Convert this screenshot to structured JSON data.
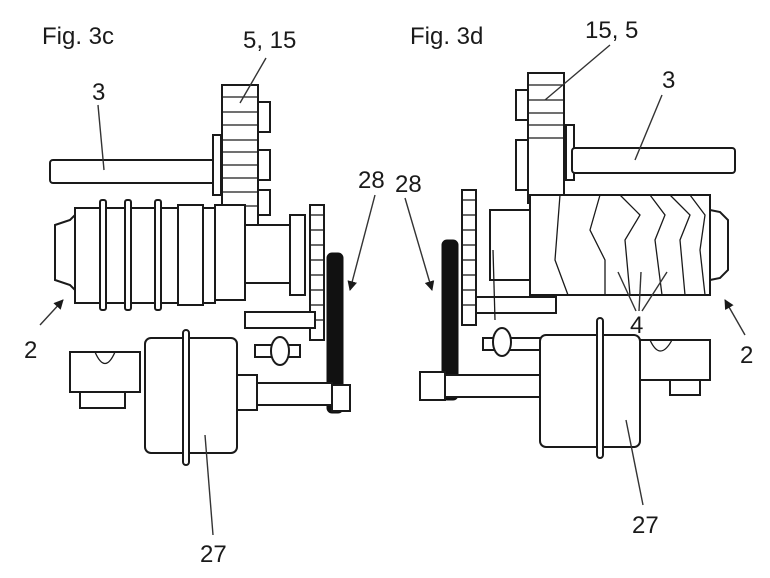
{
  "figures": [
    {
      "title": "Fig. 3c",
      "labels": {
        "gear": "5, 15",
        "shaft": "3",
        "drum": "2",
        "drive": "28",
        "motor": "27"
      }
    },
    {
      "title": "Fig. 3d",
      "labels": {
        "gear": "15, 5",
        "shaft": "3",
        "drum": "2",
        "drive": "28",
        "motor": "27",
        "grooves": "4"
      }
    }
  ],
  "colors": {
    "line": "#1a1a1a",
    "background": "#ffffff"
  }
}
